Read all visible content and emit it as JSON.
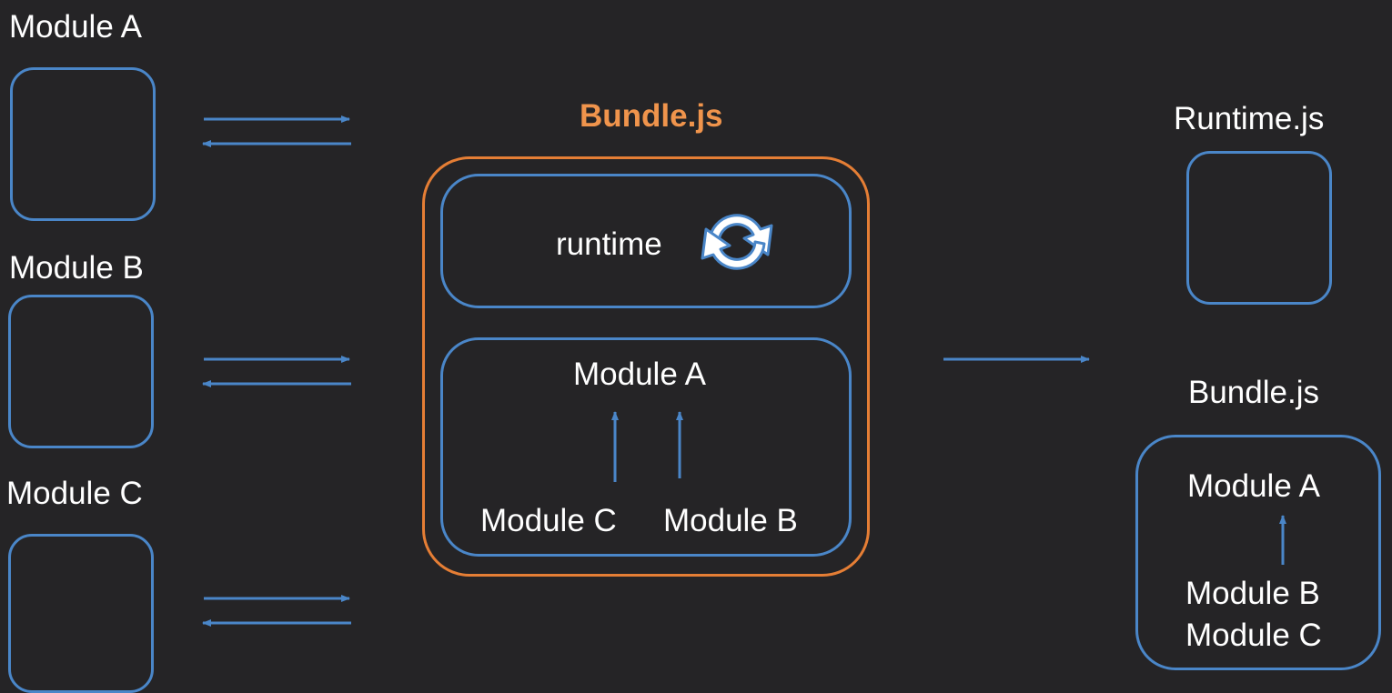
{
  "left_modules": [
    {
      "label": "Module A"
    },
    {
      "label": "Module B"
    },
    {
      "label": "Module C"
    }
  ],
  "bundle": {
    "title": "Bundle.js",
    "runtime_label": "runtime",
    "runtime_icon": "refresh-icon",
    "entry_module": "Module A",
    "dep_module_1": "Module C",
    "dep_module_2": "Module B"
  },
  "output": {
    "runtime_title": "Runtime.js",
    "bundle_title": "Bundle.js",
    "entry_module": "Module A",
    "dep_module_1": "Module B",
    "dep_module_2": "Module C"
  },
  "colors": {
    "background": "#252426",
    "module_border": "#4a86c8",
    "bundle_border": "#e57e35",
    "bundle_title": "#f0944c",
    "text": "#ffffff"
  }
}
